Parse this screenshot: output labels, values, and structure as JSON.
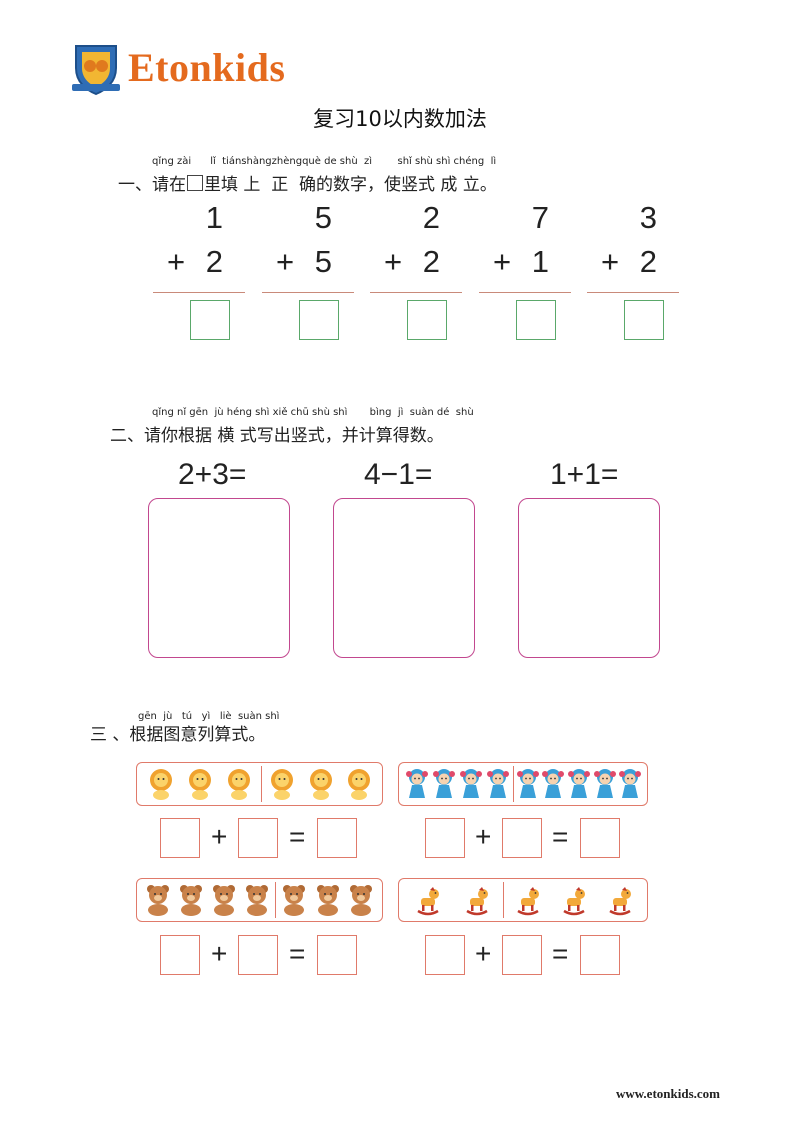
{
  "header": {
    "brand": "Etonkids",
    "title": "复习10以内数加法"
  },
  "section1": {
    "pinyin": "qǐng zài      lǐ  tiánshàngzhèngquè de shù  zì        shǐ shù shì chéng  lì",
    "instr_prefix": "一、请在",
    "instr_suffix": "里填 上  正  确的数字，使竖式 成 立。",
    "problems": [
      {
        "top": "1",
        "bottom": "2",
        "op": "+"
      },
      {
        "top": "5",
        "bottom": "5",
        "op": "+"
      },
      {
        "top": "2",
        "bottom": "2",
        "op": "+"
      },
      {
        "top": "7",
        "bottom": "1",
        "op": "+"
      },
      {
        "top": "3",
        "bottom": "2",
        "op": "+"
      }
    ]
  },
  "section2": {
    "pinyin": "qǐng nǐ gēn  jù héng shì xiě chū shù shì       bìng  jì  suàn dé  shù",
    "instr": "二、请你根据 横 式写出竖式，并计算得数。",
    "equations": [
      "2+3=",
      "4−1=",
      "1+1="
    ]
  },
  "section3": {
    "pinyin": "gēn  jù   tú   yì   liè  suàn shì",
    "instr": "三 、根据图意列算式。",
    "plus": "+",
    "equals": "=",
    "groups": [
      {
        "picture": "lion-icon",
        "left_count": 3,
        "right_count": 3
      },
      {
        "picture": "doll-icon",
        "left_count": 4,
        "right_count": 5
      },
      {
        "picture": "teddy-bear-icon",
        "left_count": 4,
        "right_count": 3
      },
      {
        "picture": "rocking-horse-icon",
        "left_count": 2,
        "right_count": 3
      }
    ]
  },
  "footer": {
    "url": "www.etonkids.com"
  },
  "colors": {
    "brand": "#e46a1e",
    "answer_box_green": "#5aa86a",
    "work_box_magenta": "#c2478f",
    "picture_strip_red": "#e07a6a"
  }
}
